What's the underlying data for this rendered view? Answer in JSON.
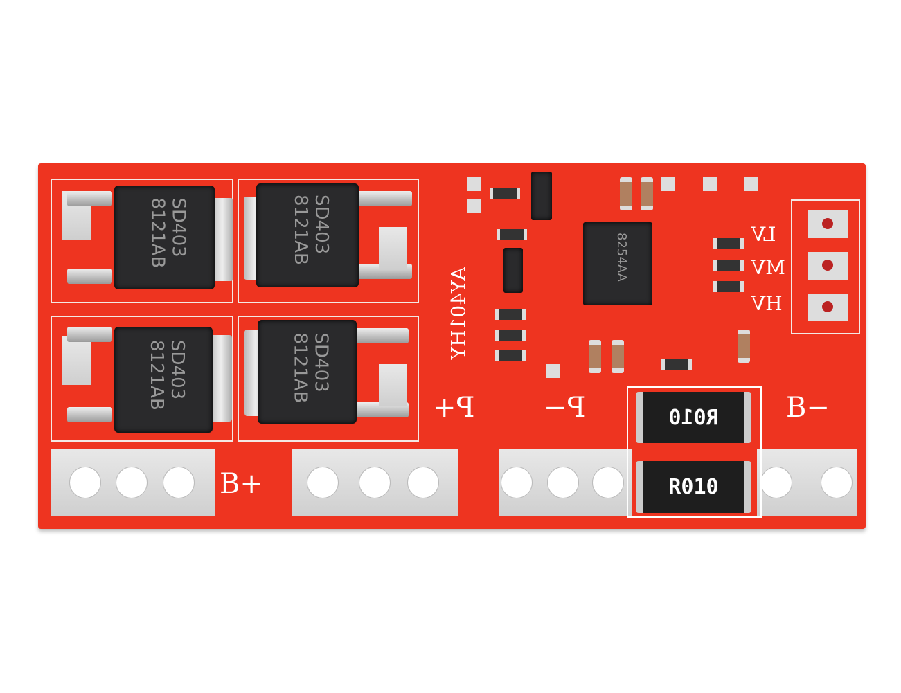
{
  "board": {
    "color": "#ee3420",
    "labels": {
      "p_plus": "P+",
      "p_minus": "P−",
      "b_plus": "B+",
      "b_minus": "B−",
      "lv": "LV",
      "mv": "MV",
      "hv": "HV",
      "maker": "AY401HY"
    },
    "mosfets": [
      {
        "marking": "SD403\n8121AB"
      },
      {
        "marking": "SD403\n8121AB"
      },
      {
        "marking": "SD403\n8121AB"
      },
      {
        "marking": "SD403\n8121AB"
      }
    ],
    "shunt_resistors": [
      "R010",
      "R010"
    ],
    "ic_marking": "8254AA"
  }
}
